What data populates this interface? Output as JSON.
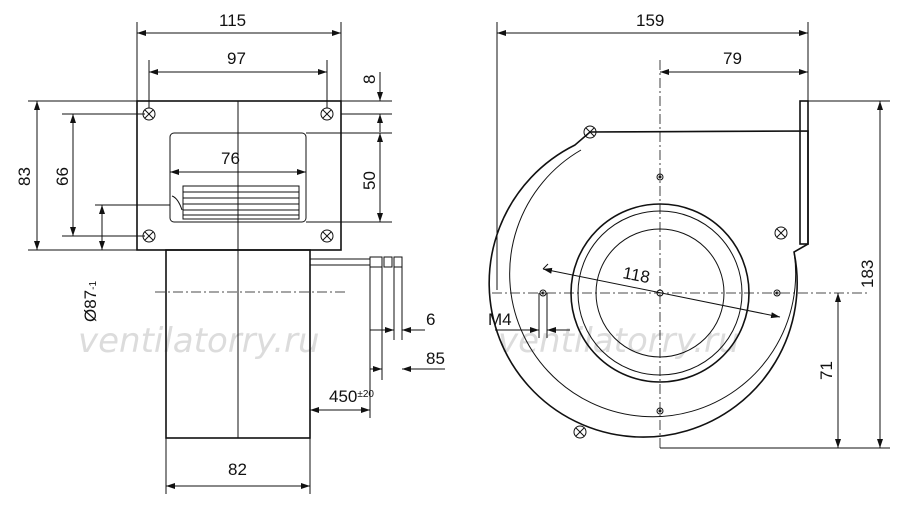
{
  "side_view": {
    "dim_width_outer": "115",
    "dim_width_holes": "97",
    "dim_hole_offset": "8",
    "dim_outlet_width": "76",
    "dim_outlet_height": "50",
    "dim_height_outer": "83",
    "dim_height_holes": "66",
    "dim_motor_diameter": "Ø87",
    "dim_motor_diameter_tol": "-1",
    "dim_terminal": "6",
    "dim_terminal_length": "85",
    "dim_cable_length": "450",
    "dim_cable_tol": "±20",
    "dim_motor_width": "82"
  },
  "front_view": {
    "dim_total_width": "159",
    "dim_half_width": "79",
    "dim_total_height": "183",
    "dim_axis_height": "71",
    "dim_inlet_diameter": "118",
    "thread_label": "M4"
  },
  "watermark": {
    "left": "ventilatorry.ru",
    "right": "ventilatorry.ru"
  }
}
